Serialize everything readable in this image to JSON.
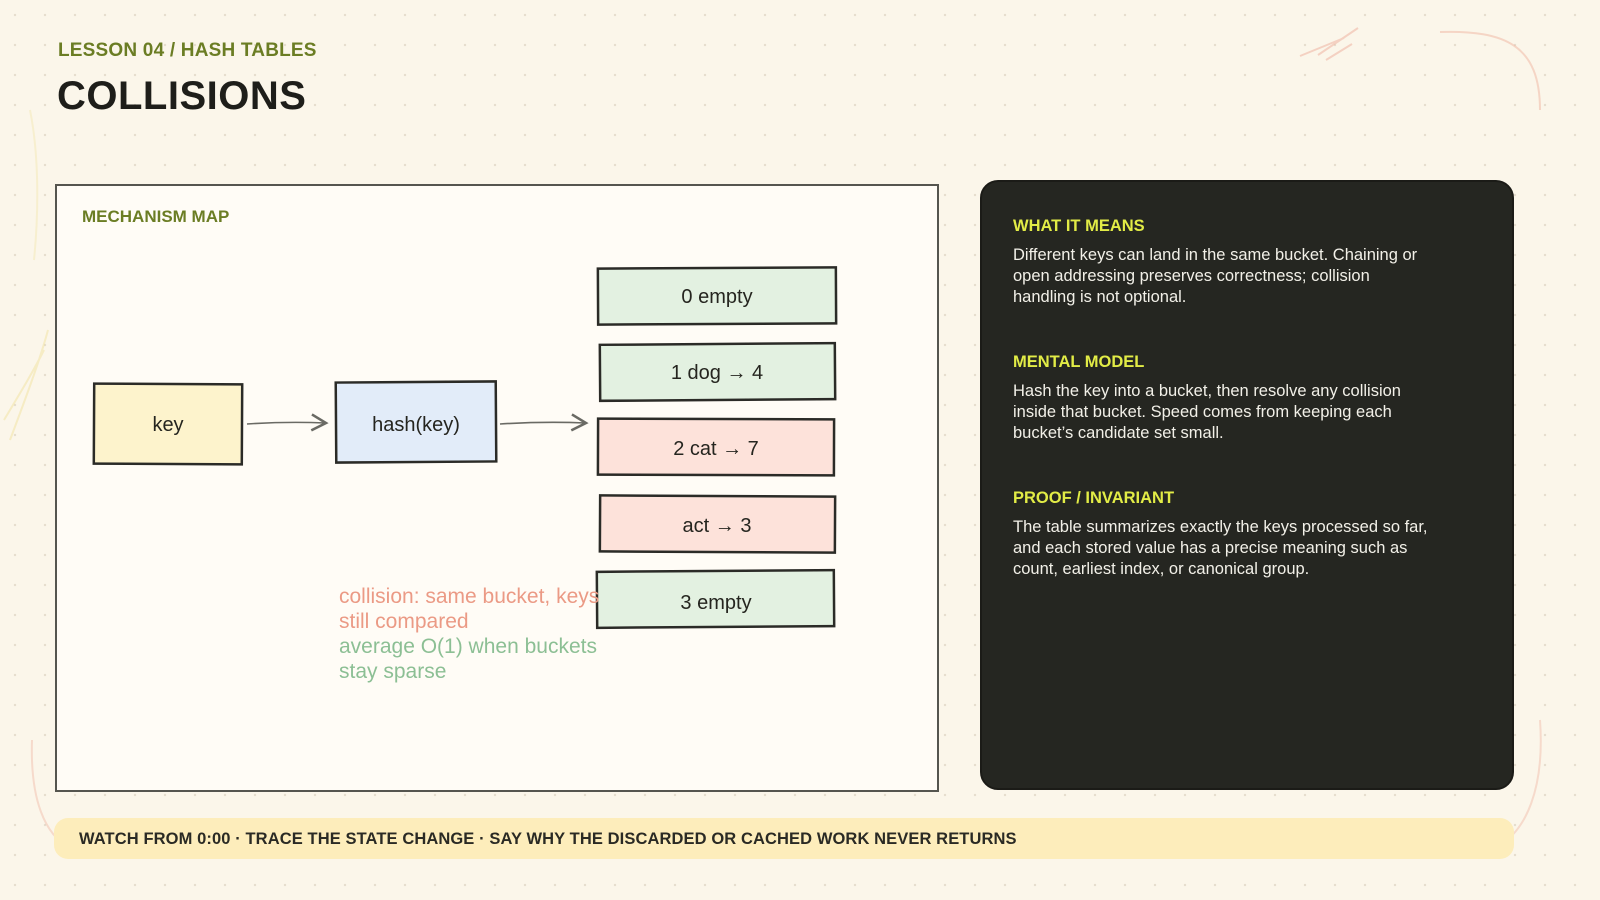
{
  "header": {
    "eyebrow": "LESSON 04 / HASH TABLES",
    "title": "COLLISIONS"
  },
  "mechanism_map": {
    "heading": "MECHANISM MAP",
    "key_label": "key",
    "hash_label": "hash(key)",
    "buckets": [
      {
        "label": "0 empty",
        "status": "empty"
      },
      {
        "label": "1 dog → 4",
        "status": "ok"
      },
      {
        "label": "2 cat → 7",
        "status": "collision"
      },
      {
        "label": "act → 3",
        "status": "collision"
      },
      {
        "label": "3 empty",
        "status": "empty"
      }
    ],
    "note_collision": "collision: same bucket, keys still compared",
    "note_average": "average O(1) when buckets stay sparse"
  },
  "info": {
    "sections": [
      {
        "heading": "WHAT IT MEANS",
        "body": "Different keys can land in the same bucket. Chaining or open addressing preserves correctness; collision handling is not optional."
      },
      {
        "heading": "MENTAL MODEL",
        "body": "Hash the key into a bucket, then resolve any collision inside that bucket. Speed comes from keeping each bucket’s candidate set small."
      },
      {
        "heading": "PROOF / INVARIANT",
        "body": "The table summarizes exactly the keys processed so far, and each stored value has a precise meaning such as count, earliest index, or canonical group."
      }
    ]
  },
  "footer": {
    "text": "WATCH FROM 0:00 · TRACE THE STATE CHANGE · SAY WHY THE DISCARDED OR CACHED WORK NEVER RETURNS"
  },
  "colors": {
    "accent_olive": "#6b7d24",
    "accent_lime": "#e2ec46",
    "key_fill": "#fdf3cc",
    "hash_fill": "#e2ecf9",
    "bucket_ok_fill": "#e3f1e1",
    "bucket_collision_fill": "#fde2da",
    "note_red": "#eb9a85",
    "note_green": "#8cbf94",
    "panel_dark": "#252621",
    "footer_bg": "#fdedbb"
  }
}
